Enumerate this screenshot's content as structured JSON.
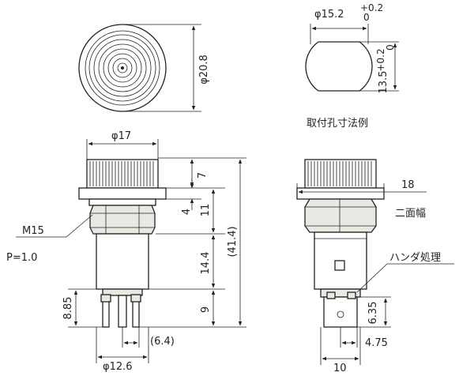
{
  "diagram": {
    "top_cap": {
      "diameter_label": "φ20.8"
    },
    "hole": {
      "width_label": "φ15.2",
      "width_tol_upper": "+0.2",
      "width_tol_lower": "0",
      "height_label": "13.5",
      "height_tol_upper": "+0.2",
      "height_tol_lower": "0",
      "caption": "取付孔寸法例"
    },
    "front": {
      "cap_diameter_label": "φ17",
      "dim_7": "7",
      "dim_4": "4",
      "dim_11": "11",
      "dim_14_4": "14.4",
      "dim_9": "9",
      "dim_total": "(41.4)",
      "dim_8_85": "8.85",
      "dim_6_4": "(6.4)",
      "dim_12_6": "φ12.6",
      "thread_label": "M15",
      "pitch_label": "P=1.0"
    },
    "side": {
      "dim_18": "18",
      "across_flats": "二面幅",
      "solder_label": "ハンダ処理",
      "dim_6_35": "6.35",
      "dim_4_75": "4.75",
      "dim_10": "10"
    }
  }
}
